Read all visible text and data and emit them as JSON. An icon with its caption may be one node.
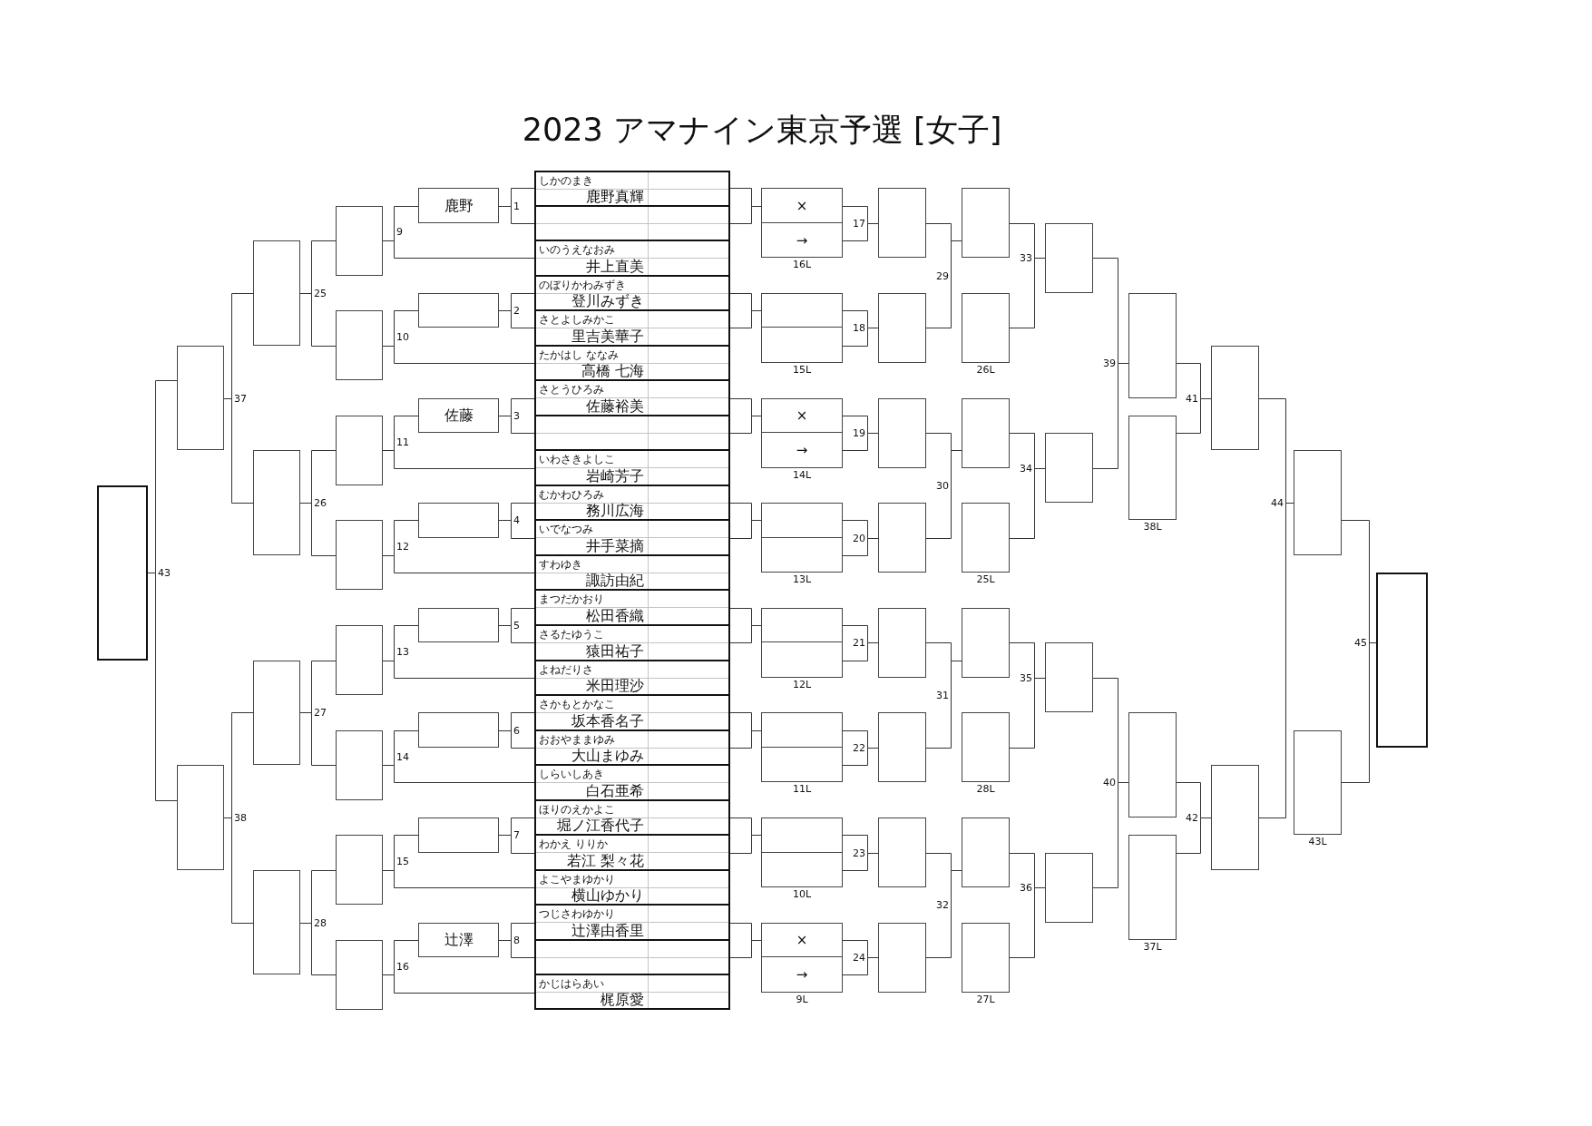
{
  "diagram": {
    "title": "2023 アマナイン東京予選 [女子]",
    "nodes": [
      {
        "text": [],
        "shape": "box"
      },
      {
        "text": [],
        "shape": "box"
      },
      {
        "text": [],
        "shape": "box"
      },
      {
        "text": [],
        "shape": "box"
      },
      {
        "text": [],
        "shape": "box"
      },
      {
        "text": [],
        "shape": "box"
      },
      {
        "text": [],
        "shape": "box"
      },
      {
        "text": [],
        "shape": "box"
      },
      {
        "text": [],
        "shape": "box"
      },
      {
        "text": [],
        "shape": "box"
      },
      {
        "text": [],
        "shape": "box"
      },
      {
        "text": [],
        "shape": "box"
      },
      {
        "text": [],
        "shape": "box"
      },
      {
        "text": [],
        "shape": "box"
      },
      {
        "text": [],
        "shape": "box"
      },
      {
        "text": [
          "鹿野"
        ]
      },
      {
        "text": [],
        "shape": "box"
      },
      {
        "text": [
          "佐藤"
        ]
      },
      {
        "text": [],
        "shape": "box"
      },
      {
        "text": [],
        "shape": "box"
      },
      {
        "text": [],
        "shape": "box"
      },
      {
        "text": [],
        "shape": "box"
      },
      {
        "text": [
          "辻澤"
        ]
      },
      {
        "text": [
          "しかのまき",
          "鹿野真輝"
        ]
      },
      {
        "text": [],
        "shape": "box"
      },
      {
        "text": [
          "いのうえなおみ",
          "井上直美"
        ]
      },
      {
        "text": [
          "のぼりかわみずき",
          "登川みずき"
        ]
      },
      {
        "text": [
          "さとよしみかこ",
          "里吉美華子"
        ]
      },
      {
        "text": [
          "たかはし ななみ",
          "高橋 七海"
        ]
      },
      {
        "text": [
          "さとうひろみ",
          "佐藤裕美"
        ]
      },
      {
        "text": [],
        "shape": "box"
      },
      {
        "text": [
          "いわさきよしこ",
          "岩崎芳子"
        ]
      },
      {
        "text": [
          "むかわひろみ",
          "務川広海"
        ]
      },
      {
        "text": [
          "いでなつみ",
          "井手菜摘"
        ]
      },
      {
        "text": [
          "すわゆき",
          "諏訪由紀"
        ]
      },
      {
        "text": [
          "まつだかおり",
          "松田香織"
        ]
      },
      {
        "text": [
          "さるたゆうこ",
          "猿田祐子"
        ]
      },
      {
        "text": [
          "よねだりさ",
          "米田理沙"
        ]
      },
      {
        "text": [
          "さかもとかなこ",
          "坂本香名子"
        ]
      },
      {
        "text": [
          "おおやままゆみ",
          "大山まゆみ"
        ]
      },
      {
        "text": [
          "しらいしあき",
          "白石亜希"
        ]
      },
      {
        "text": [
          "ほりのえかよこ",
          "堀ノ江香代子"
        ]
      },
      {
        "text": [
          "わかえ りりか",
          "若江 梨々花"
        ]
      },
      {
        "text": [
          "よこやまゆかり",
          "横山ゆかり"
        ]
      },
      {
        "text": [
          "つじさわゆかり",
          "辻澤由香里"
        ]
      },
      {
        "text": [],
        "shape": "box"
      },
      {
        "text": [
          "かじはらあい",
          "梶原愛"
        ]
      },
      {
        "text": [
          "×"
        ]
      },
      {
        "text": [
          "→"
        ],
        "beside": [
          "16L"
        ]
      },
      {
        "text": [],
        "shape": "box"
      },
      {
        "text": [],
        "shape": "box",
        "beside": [
          "15L"
        ]
      },
      {
        "text": [
          "×"
        ]
      },
      {
        "text": [
          "→"
        ],
        "beside": [
          "14L"
        ]
      },
      {
        "text": [],
        "shape": "box"
      },
      {
        "text": [],
        "shape": "box",
        "beside": [
          "13L"
        ]
      },
      {
        "text": [],
        "shape": "box"
      },
      {
        "text": [],
        "shape": "box",
        "beside": [
          "12L"
        ]
      },
      {
        "text": [],
        "shape": "box"
      },
      {
        "text": [],
        "shape": "box",
        "beside": [
          "11L"
        ]
      },
      {
        "text": [],
        "shape": "box"
      },
      {
        "text": [],
        "shape": "box",
        "beside": [
          "10L"
        ]
      },
      {
        "text": [
          "×"
        ]
      },
      {
        "text": [
          "→"
        ],
        "beside": [
          "9L"
        ]
      },
      {
        "text": [],
        "shape": "box"
      },
      {
        "text": [],
        "shape": "box"
      },
      {
        "text": [],
        "shape": "box"
      },
      {
        "text": [],
        "shape": "box"
      },
      {
        "text": [],
        "shape": "box"
      },
      {
        "text": [],
        "shape": "box"
      },
      {
        "text": [],
        "shape": "box"
      },
      {
        "text": [],
        "shape": "box"
      },
      {
        "text": [],
        "shape": "box"
      },
      {
        "text": [],
        "shape": "box",
        "beside": [
          "26L"
        ]
      },
      {
        "text": [],
        "shape": "box"
      },
      {
        "text": [],
        "shape": "box",
        "beside": [
          "25L"
        ]
      },
      {
        "text": [],
        "shape": "box"
      },
      {
        "text": [],
        "shape": "box",
        "beside": [
          "28L"
        ]
      },
      {
        "text": [],
        "shape": "box"
      },
      {
        "text": [],
        "shape": "box",
        "beside": [
          "27L"
        ]
      },
      {
        "text": [],
        "shape": "box"
      },
      {
        "text": [],
        "shape": "box"
      },
      {
        "text": [],
        "shape": "box"
      },
      {
        "text": [],
        "shape": "box"
      },
      {
        "text": [],
        "shape": "box"
      },
      {
        "text": [],
        "shape": "box",
        "beside": [
          "38L"
        ]
      },
      {
        "text": [],
        "shape": "box"
      },
      {
        "text": [],
        "shape": "box",
        "beside": [
          "37L"
        ]
      },
      {
        "text": [],
        "shape": "box"
      },
      {
        "text": [],
        "shape": "box"
      },
      {
        "text": [],
        "shape": "box"
      },
      {
        "text": [],
        "shape": "box",
        "beside": [
          "43L"
        ]
      },
      {
        "text": [],
        "shape": "box"
      }
    ],
    "edges": [
      {
        "from": 23,
        "to": 15,
        "arrow": "none",
        "label": "1"
      },
      {
        "from": 24,
        "to": 15,
        "arrow": "none"
      },
      {
        "from": 26,
        "to": 16,
        "arrow": "none",
        "label": "2"
      },
      {
        "from": 27,
        "to": 16,
        "arrow": "none"
      },
      {
        "from": 29,
        "to": 17,
        "arrow": "none",
        "label": "3"
      },
      {
        "from": 30,
        "to": 17,
        "arrow": "none"
      },
      {
        "from": 32,
        "to": 18,
        "arrow": "none",
        "label": "4"
      },
      {
        "from": 33,
        "to": 18,
        "arrow": "none"
      },
      {
        "from": 35,
        "to": 19,
        "arrow": "none",
        "label": "5"
      },
      {
        "from": 36,
        "to": 19,
        "arrow": "none"
      },
      {
        "from": 38,
        "to": 20,
        "arrow": "none",
        "label": "6"
      },
      {
        "from": 39,
        "to": 20,
        "arrow": "none"
      },
      {
        "from": 41,
        "to": 21,
        "arrow": "none",
        "label": "7"
      },
      {
        "from": 42,
        "to": 21,
        "arrow": "none"
      },
      {
        "from": 44,
        "to": 22,
        "arrow": "none",
        "label": "8"
      },
      {
        "from": 45,
        "to": 22,
        "arrow": "none"
      },
      {
        "from": 23,
        "to": 47,
        "arrow": "none"
      },
      {
        "from": 24,
        "to": 47,
        "arrow": "none"
      },
      {
        "from": 26,
        "to": 49,
        "arrow": "none"
      },
      {
        "from": 27,
        "to": 49,
        "arrow": "none"
      },
      {
        "from": 29,
        "to": 51,
        "arrow": "none"
      },
      {
        "from": 30,
        "to": 51,
        "arrow": "none"
      },
      {
        "from": 32,
        "to": 53,
        "arrow": "none"
      },
      {
        "from": 33,
        "to": 53,
        "arrow": "none"
      },
      {
        "from": 35,
        "to": 55,
        "arrow": "none"
      },
      {
        "from": 36,
        "to": 55,
        "arrow": "none"
      },
      {
        "from": 38,
        "to": 57,
        "arrow": "none"
      },
      {
        "from": 39,
        "to": 57,
        "arrow": "none"
      },
      {
        "from": 41,
        "to": 59,
        "arrow": "none"
      },
      {
        "from": 42,
        "to": 59,
        "arrow": "none"
      },
      {
        "from": 44,
        "to": 61,
        "arrow": "none"
      },
      {
        "from": 45,
        "to": 61,
        "arrow": "none"
      },
      {
        "from": 15,
        "to": 7,
        "arrow": "none",
        "label": "9"
      },
      {
        "from": 25,
        "to": 7,
        "arrow": "none"
      },
      {
        "from": 16,
        "to": 8,
        "arrow": "none",
        "label": "10"
      },
      {
        "from": 28,
        "to": 8,
        "arrow": "none"
      },
      {
        "from": 17,
        "to": 9,
        "arrow": "none",
        "label": "11"
      },
      {
        "from": 31,
        "to": 9,
        "arrow": "none"
      },
      {
        "from": 18,
        "to": 10,
        "arrow": "none",
        "label": "12"
      },
      {
        "from": 34,
        "to": 10,
        "arrow": "none"
      },
      {
        "from": 19,
        "to": 11,
        "arrow": "none",
        "label": "13"
      },
      {
        "from": 37,
        "to": 11,
        "arrow": "none"
      },
      {
        "from": 20,
        "to": 12,
        "arrow": "none",
        "label": "14"
      },
      {
        "from": 40,
        "to": 12,
        "arrow": "none"
      },
      {
        "from": 21,
        "to": 13,
        "arrow": "none",
        "label": "15"
      },
      {
        "from": 43,
        "to": 13,
        "arrow": "none"
      },
      {
        "from": 22,
        "to": 14,
        "arrow": "none",
        "label": "16"
      },
      {
        "from": 46,
        "to": 14,
        "arrow": "none"
      },
      {
        "from": 47,
        "to": 63,
        "arrow": "none",
        "label": "17"
      },
      {
        "from": 48,
        "to": 63,
        "arrow": "none"
      },
      {
        "from": 49,
        "to": 64,
        "arrow": "none",
        "label": "18"
      },
      {
        "from": 50,
        "to": 64,
        "arrow": "none"
      },
      {
        "from": 51,
        "to": 65,
        "arrow": "none",
        "label": "19"
      },
      {
        "from": 52,
        "to": 65,
        "arrow": "none"
      },
      {
        "from": 53,
        "to": 66,
        "arrow": "none",
        "label": "20"
      },
      {
        "from": 54,
        "to": 66,
        "arrow": "none"
      },
      {
        "from": 55,
        "to": 67,
        "arrow": "none",
        "label": "21"
      },
      {
        "from": 56,
        "to": 67,
        "arrow": "none"
      },
      {
        "from": 57,
        "to": 68,
        "arrow": "none",
        "label": "22"
      },
      {
        "from": 58,
        "to": 68,
        "arrow": "none"
      },
      {
        "from": 59,
        "to": 69,
        "arrow": "none",
        "label": "23"
      },
      {
        "from": 60,
        "to": 69,
        "arrow": "none"
      },
      {
        "from": 61,
        "to": 70,
        "arrow": "none",
        "label": "24"
      },
      {
        "from": 62,
        "to": 70,
        "arrow": "none"
      },
      {
        "from": 7,
        "to": 3,
        "arrow": "none",
        "label": "25"
      },
      {
        "from": 8,
        "to": 3,
        "arrow": "none"
      },
      {
        "from": 9,
        "to": 4,
        "arrow": "none",
        "label": "26"
      },
      {
        "from": 10,
        "to": 4,
        "arrow": "none"
      },
      {
        "from": 11,
        "to": 5,
        "arrow": "none",
        "label": "27"
      },
      {
        "from": 12,
        "to": 5,
        "arrow": "none"
      },
      {
        "from": 13,
        "to": 6,
        "arrow": "none",
        "label": "28"
      },
      {
        "from": 14,
        "to": 6,
        "arrow": "none"
      },
      {
        "from": 63,
        "to": 71,
        "arrow": "none"
      },
      {
        "from": 64,
        "to": 71,
        "arrow": "none",
        "label": "29"
      },
      {
        "from": 65,
        "to": 73,
        "arrow": "none"
      },
      {
        "from": 66,
        "to": 73,
        "arrow": "none",
        "label": "30"
      },
      {
        "from": 67,
        "to": 75,
        "arrow": "none"
      },
      {
        "from": 68,
        "to": 75,
        "arrow": "none",
        "label": "31"
      },
      {
        "from": 69,
        "to": 77,
        "arrow": "none"
      },
      {
        "from": 70,
        "to": 77,
        "arrow": "none",
        "label": "32"
      },
      {
        "from": 71,
        "to": 79,
        "arrow": "none",
        "label": "33"
      },
      {
        "from": 72,
        "to": 79,
        "arrow": "none"
      },
      {
        "from": 73,
        "to": 80,
        "arrow": "none",
        "label": "34"
      },
      {
        "from": 74,
        "to": 80,
        "arrow": "none"
      },
      {
        "from": 75,
        "to": 81,
        "arrow": "none",
        "label": "35"
      },
      {
        "from": 76,
        "to": 81,
        "arrow": "none"
      },
      {
        "from": 77,
        "to": 82,
        "arrow": "none",
        "label": "36"
      },
      {
        "from": 78,
        "to": 82,
        "arrow": "none"
      },
      {
        "from": 3,
        "to": 1,
        "arrow": "none",
        "label": "37"
      },
      {
        "from": 4,
        "to": 1,
        "arrow": "none"
      },
      {
        "from": 5,
        "to": 2,
        "arrow": "none",
        "label": "38"
      },
      {
        "from": 6,
        "to": 2,
        "arrow": "none"
      },
      {
        "from": 79,
        "to": 83,
        "arrow": "none",
        "label": "39"
      },
      {
        "from": 80,
        "to": 83,
        "arrow": "none"
      },
      {
        "from": 81,
        "to": 85,
        "arrow": "none",
        "label": "40"
      },
      {
        "from": 82,
        "to": 85,
        "arrow": "none"
      },
      {
        "from": 83,
        "to": 87,
        "arrow": "none",
        "label": "41"
      },
      {
        "from": 84,
        "to": 87,
        "arrow": "none"
      },
      {
        "from": 85,
        "to": 88,
        "arrow": "none",
        "label": "42"
      },
      {
        "from": 86,
        "to": 88,
        "arrow": "none"
      },
      {
        "from": 1,
        "to": 0,
        "arrow": "none",
        "label": "43"
      },
      {
        "from": 2,
        "to": 0,
        "arrow": "none"
      },
      {
        "from": 87,
        "to": 89,
        "arrow": "none",
        "label": "44"
      },
      {
        "from": 88,
        "to": 89,
        "arrow": "none"
      },
      {
        "from": 89,
        "to": 91,
        "arrow": "none",
        "label": "45"
      },
      {
        "from": 90,
        "to": 91,
        "arrow": "none"
      }
    ]
  }
}
